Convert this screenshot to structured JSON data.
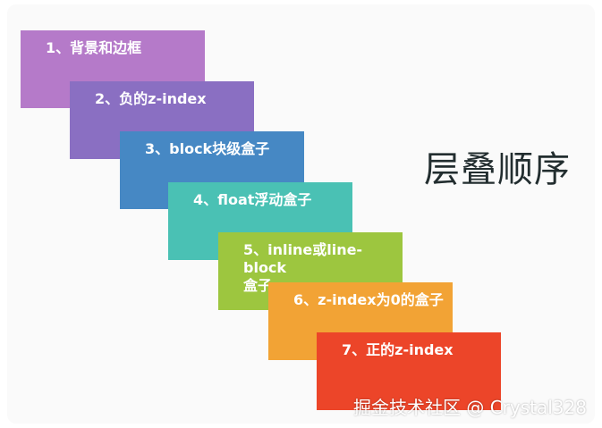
{
  "title": "层叠顺序",
  "steps": [
    {
      "label": "1、背景和边框",
      "color": "#b57ac9"
    },
    {
      "label": "2、负的z-index",
      "color": "#8a6fc2"
    },
    {
      "label": "3、block块级盒子",
      "color": "#4688c4"
    },
    {
      "label": "4、float浮动盒子",
      "color": "#4ac1b4"
    },
    {
      "label": "5、inline或line-block",
      "label_line2": "盒子",
      "color": "#9dc63f"
    },
    {
      "label": "6、z-index为0的盒子",
      "color": "#f2a335"
    },
    {
      "label": "7、正的z-index",
      "color": "#ec4529"
    }
  ],
  "watermark": "掘金技术社区 @ Crystal328"
}
